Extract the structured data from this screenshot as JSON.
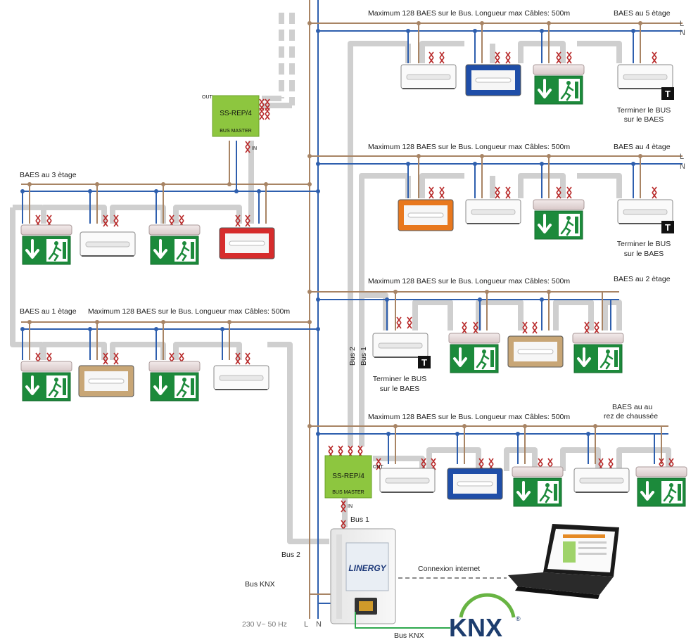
{
  "floors": {
    "f5": {
      "title": "BAES au 5 ètage",
      "max": "Maximum 128 BAES sur le Bus. Longueur max Câbles: 500m",
      "term1": "Terminer le BUS",
      "term2": "sur le BAES"
    },
    "f4": {
      "title": "BAES au 4 ètage",
      "max": "Maximum 128 BAES sur le Bus. Longueur max Câbles: 500m",
      "term1": "Terminer le BUS",
      "term2": "sur le BAES"
    },
    "f3": {
      "title": "BAES au 3 ètage"
    },
    "f2": {
      "title": "BAES au 2 ètage",
      "max": "Maximum 128 BAES sur le Bus. Longueur max Câbles: 500m",
      "term1": "Terminer le BUS",
      "term2": "sur le BAES"
    },
    "f1": {
      "title": "BAES au 1 ètage",
      "max": "Maximum 128 BAES sur le Bus. Longueur max Câbles: 500m"
    },
    "f0": {
      "title1": "BAES au au",
      "title2": "rez de chaussée",
      "max": "Maximum 128 BAES sur le Bus. Longueur max Câbles: 500m"
    }
  },
  "lines": {
    "L": "L",
    "N": "N"
  },
  "repeater": {
    "name": "SS-REP/4",
    "sub": "BUS MASTER",
    "out": "OUT",
    "in": "IN"
  },
  "bus": {
    "bus1": "Bus 1",
    "bus2": "Bus 2",
    "knx": "Bus KNX",
    "knx_bottom": "Bus KNX"
  },
  "power": {
    "label": "230 V~ 50 Hz",
    "L": "L",
    "N": "N"
  },
  "controller": {
    "brand": "LINERGY"
  },
  "internet": {
    "label": "Connexion internet"
  },
  "knx_logo": {
    "text": "KNX",
    "reg": "®"
  },
  "terminator": {
    "symbol": "T"
  },
  "colors": {
    "live": "#a88464",
    "neutral": "#2e5fae",
    "bus": "#cfcfcf",
    "twist": "#b82a2a",
    "repeater": "#8dc63f",
    "exit_green": "#1c8a3b"
  }
}
